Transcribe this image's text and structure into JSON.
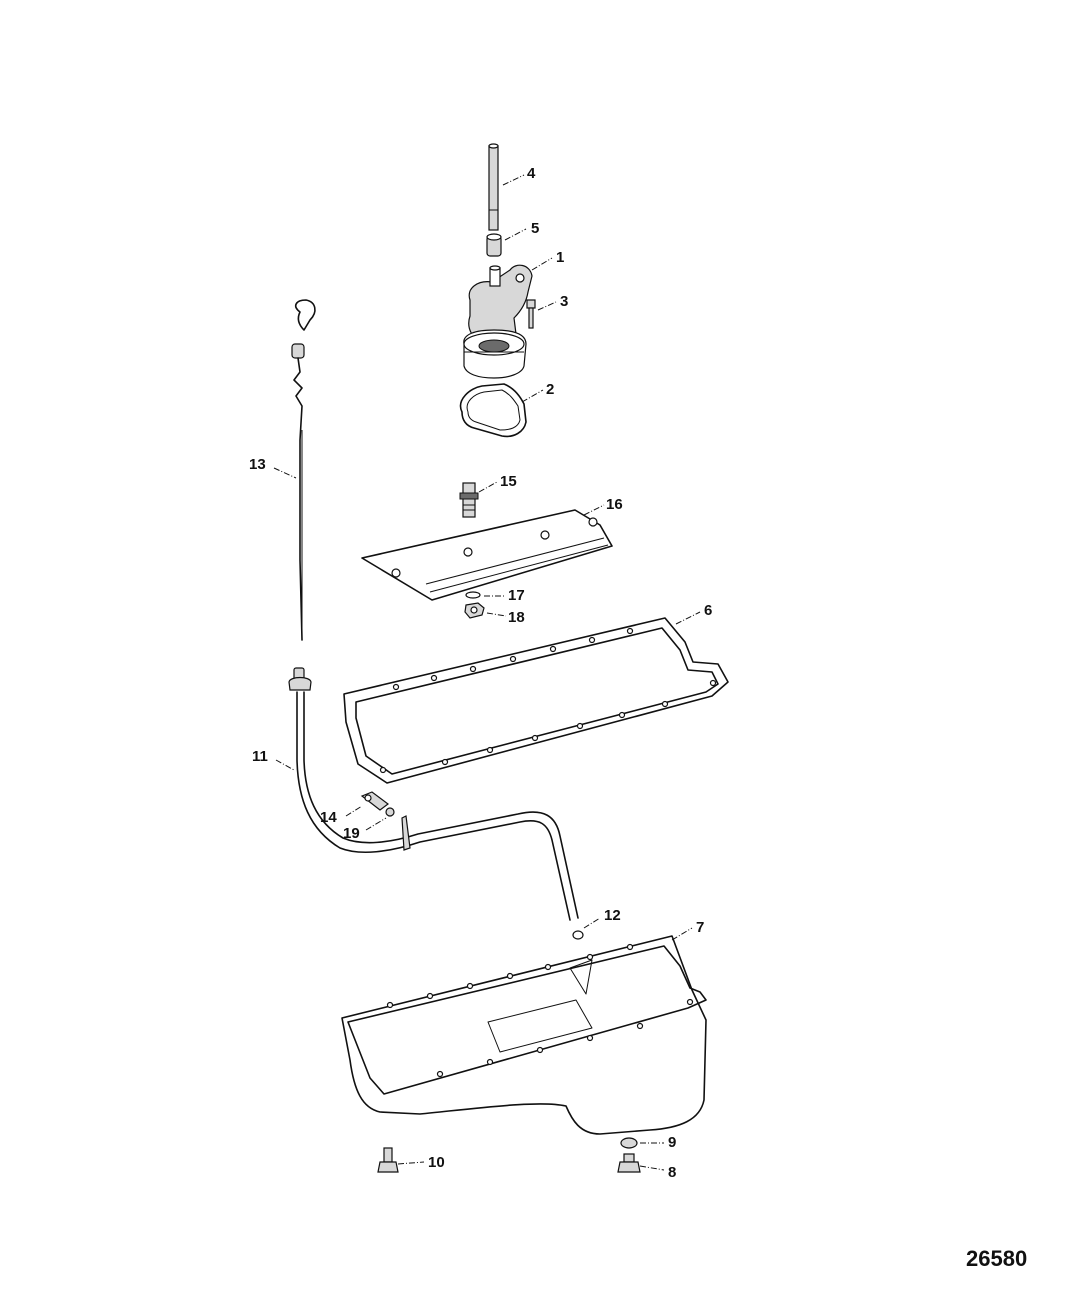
{
  "figure_number": "26580",
  "callouts": {
    "c1": "1",
    "c2": "2",
    "c3": "3",
    "c4": "4",
    "c5": "5",
    "c6": "6",
    "c7": "7",
    "c8": "8",
    "c9": "9",
    "c10": "10",
    "c11": "11",
    "c12": "12",
    "c13": "13",
    "c14": "14",
    "c15": "15",
    "c16": "16",
    "c17": "17",
    "c18": "18",
    "c19": "19"
  }
}
